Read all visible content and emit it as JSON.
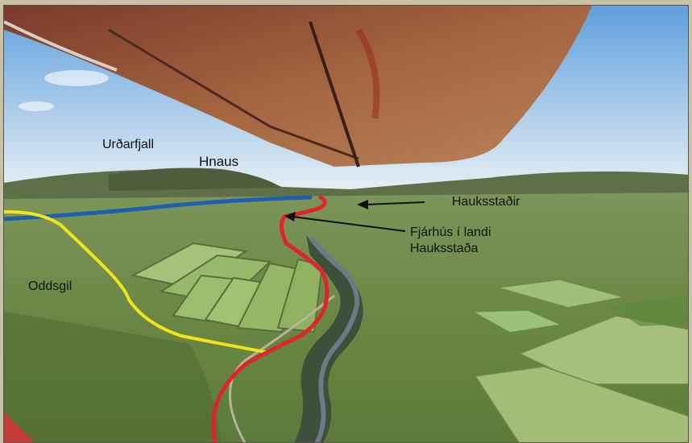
{
  "labels": {
    "urdarfjall": "Urðarfjall",
    "hnaus": "Hnaus",
    "hauksstadir": "Hauksstaðir",
    "fjarhus_line1": "Fjárhús í landi",
    "fjarhus_line2": "Hauksstaða",
    "oddsgil": "Oddsgil"
  },
  "colors": {
    "sky_top": "#5f9fdc",
    "sky_bottom": "#e6eff4",
    "grass_light": "#8aa85a",
    "grass_dark": "#4f6a33",
    "field_bright": "#a6c27a",
    "river": "#6b7a86",
    "blue_line": "#1f5fb0",
    "yellow_line": "#f2e41a",
    "red_line": "#e0242c",
    "wing": "#8a4f3a",
    "arrow": "#111111"
  },
  "icons": {
    "arrow_hauksstadir": "arrow-left-icon",
    "arrow_fjarhus": "arrow-left-icon"
  }
}
